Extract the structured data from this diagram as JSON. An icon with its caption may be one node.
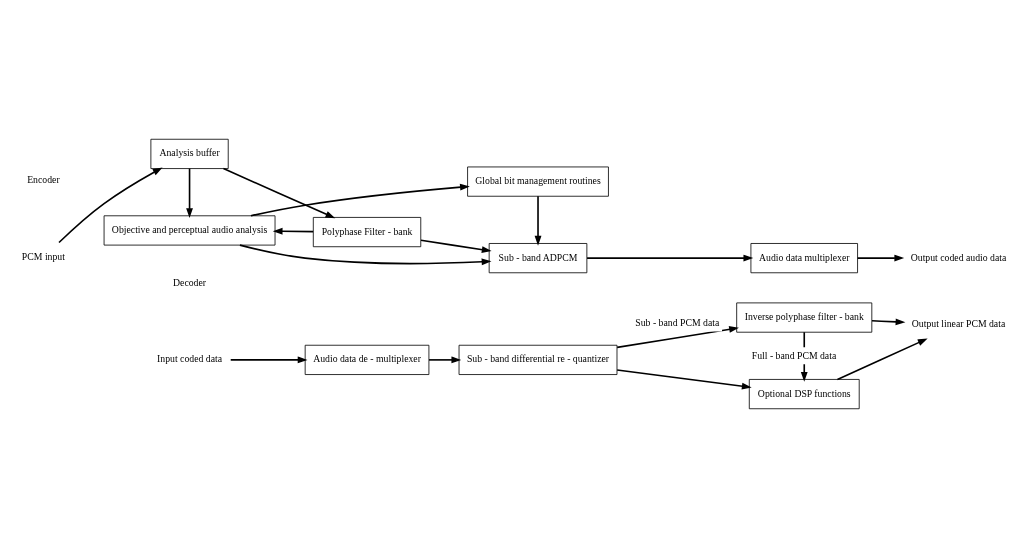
{
  "diagram": {
    "nodes": [
      {
        "text": [
          "PCM input"
        ]
      },
      {
        "text": [
          "Analysis buffer"
        ]
      },
      {
        "text": [
          "Polyphase Filter - bank"
        ]
      },
      {
        "text": [
          "Sub - band ADPCM"
        ]
      },
      {
        "text": [
          "Audio data multiplexer"
        ]
      },
      {
        "text": [
          "Output coded audio data"
        ]
      },
      {
        "text": [
          "Objective and perceptual audio analysis"
        ]
      },
      {
        "text": [
          "Global bit management routines"
        ]
      },
      {
        "text": [
          "Input coded data"
        ]
      },
      {
        "text": [
          "Audio data de - multiplexer"
        ]
      },
      {
        "text": [
          "Sub - band differential re - quantizer"
        ]
      },
      {
        "text": [
          "Inverse polyphase filter - bank"
        ]
      },
      {
        "text": [
          "Output linear PCM data"
        ]
      },
      {
        "text": [
          "Optional DSP functions"
        ]
      }
    ],
    "edges": [
      {
        "from": 0,
        "to": 1,
        "arrow": "to"
      },
      {
        "from": 1,
        "to": 2,
        "arrow": "to"
      },
      {
        "from": 2,
        "to": 3,
        "arrow": "to"
      },
      {
        "from": 3,
        "to": 4,
        "arrow": "to"
      },
      {
        "from": 4,
        "to": 5,
        "arrow": "to"
      },
      {
        "from": 2,
        "to": 6,
        "arrow": "to"
      },
      {
        "from": 1,
        "to": 6,
        "arrow": "to"
      },
      {
        "from": 6,
        "to": 3,
        "arrow": "to"
      },
      {
        "from": 6,
        "to": 7,
        "arrow": "to"
      },
      {
        "from": 7,
        "to": 3,
        "arrow": "to"
      },
      {
        "from": 8,
        "to": 9,
        "arrow": "to"
      },
      {
        "from": 9,
        "to": 10,
        "arrow": "to"
      },
      {
        "from": 10,
        "to": 11,
        "arrow": "to",
        "label": "Sub - band PCM data"
      },
      {
        "from": 11,
        "to": 12,
        "arrow": "to"
      },
      {
        "from": 11,
        "to": 13,
        "arrow": "to",
        "label": "Full - band PCM data"
      },
      {
        "from": 10,
        "to": 13,
        "arrow": "to"
      },
      {
        "from": 13,
        "to": 12,
        "arrow": "to"
      }
    ],
    "labels": [
      "Encoder",
      "Decoder"
    ]
  }
}
